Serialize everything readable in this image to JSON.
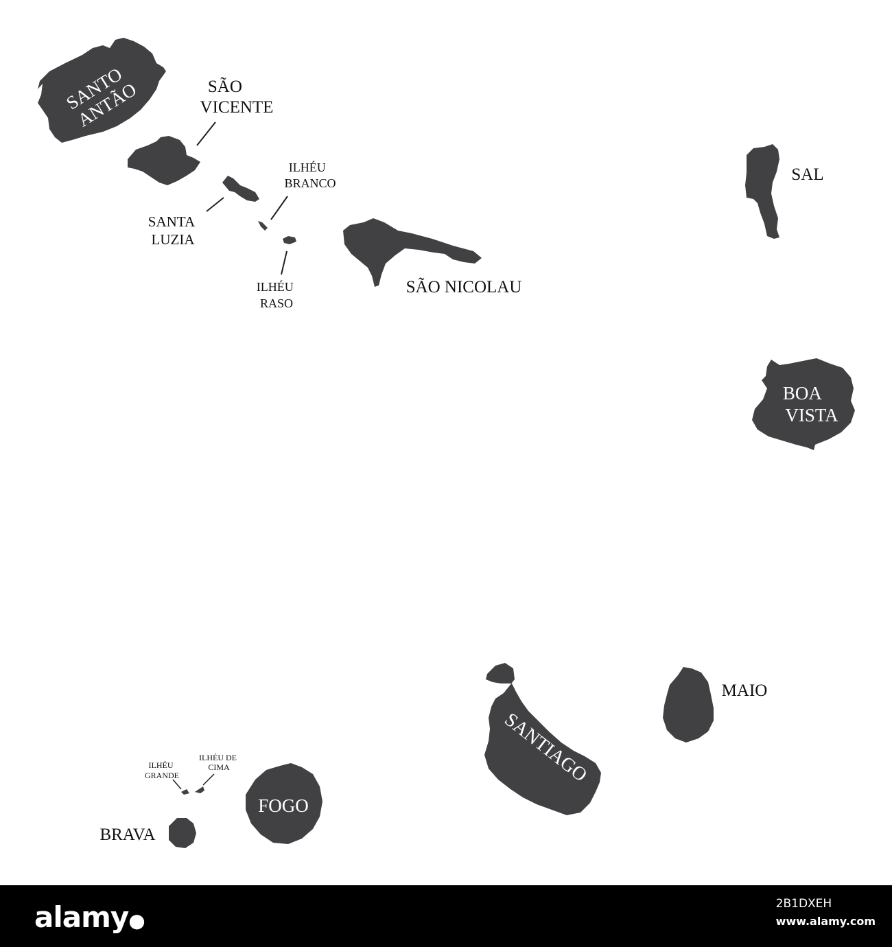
{
  "map": {
    "colors": {
      "island": "#414042",
      "label_dark": "#111111",
      "label_light": "#ffffff",
      "footer_bg": "#000000"
    },
    "labels": {
      "santo_antao": [
        "SANTO",
        "ANTÃO"
      ],
      "sao_vicente": [
        "SÃO",
        "VICENTE"
      ],
      "santa_luzia": [
        "SANTA",
        "LUZIA"
      ],
      "ilheu_branco": [
        "ILHÉU",
        "BRANCO"
      ],
      "ilheu_raso": [
        "ILHÉU",
        "RASO"
      ],
      "sao_nicolau": "SÃO NICOLAU",
      "sal": "SAL",
      "boa_vista": [
        "BOA",
        "VISTA"
      ],
      "santiago": "SANTIAGO",
      "maio": "MAIO",
      "fogo": "FOGO",
      "brava": "BRAVA",
      "ilheu_grande": [
        "ILHÉU",
        "GRANDE"
      ],
      "ilheu_de_cima": [
        "ILHÉU DE",
        "CIMA"
      ]
    }
  },
  "footer": {
    "brand": "alamy",
    "id": "2B1DXEH",
    "url": "www.alamy.com"
  }
}
